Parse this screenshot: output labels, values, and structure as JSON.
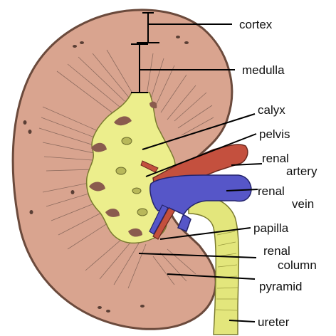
{
  "diagram": {
    "labels": {
      "cortex": "cortex",
      "medulla": "medulla",
      "calyx": "calyx",
      "pelvis": "pelvis",
      "renal_artery_1": "renal",
      "renal_artery_2": "artery",
      "renal_vein_1": "renal",
      "renal_vein_2": "vein",
      "papilla": "papilla",
      "renal_column_1": "renal",
      "renal_column_2": "column",
      "pyramid": "pyramid",
      "ureter": "ureter"
    },
    "colors": {
      "cortex_fill": "#d9a48f",
      "outline": "#6b4a3c",
      "pelvis_fill": "#ecee8c",
      "calyx_dark": "#8a5b4e",
      "artery": "#c4503e",
      "vein": "#5656c8",
      "ureter": "#e3e67c",
      "leader": "#000000"
    }
  }
}
